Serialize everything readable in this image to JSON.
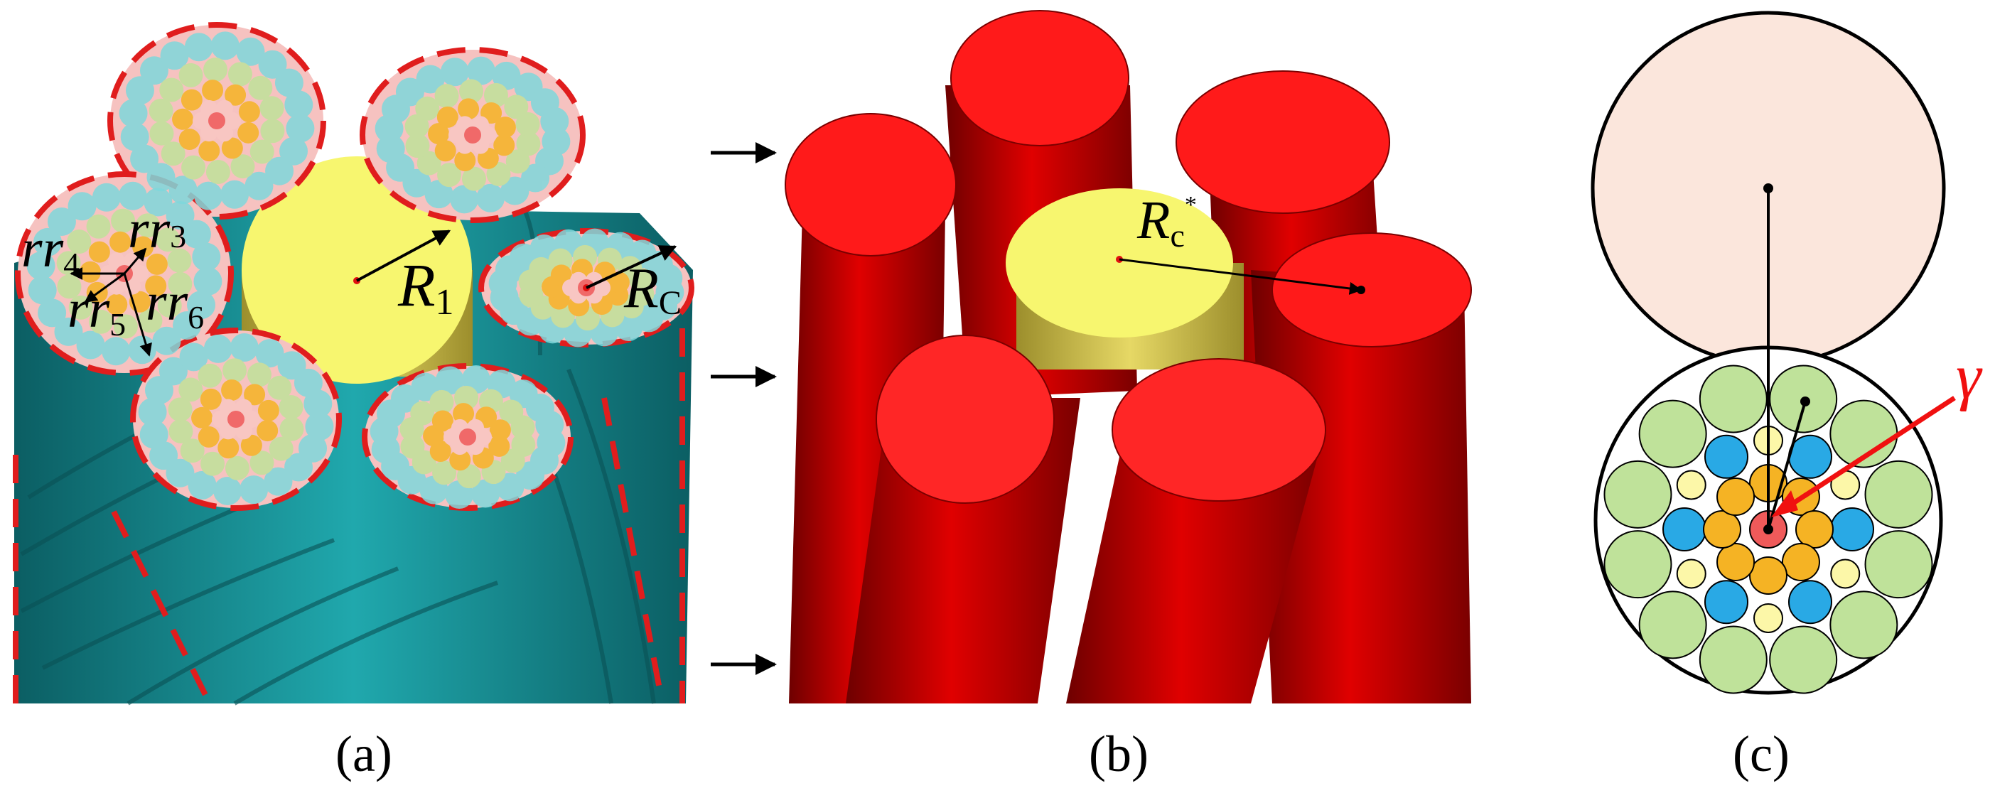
{
  "figure": {
    "panel_captions": {
      "a": "(a)",
      "b": "(b)",
      "c": "(c)"
    },
    "labels_a": {
      "rr": "rr",
      "sub3": "3",
      "sub4": "4",
      "sub5": "5",
      "sub6": "6",
      "R": "R",
      "sub1": "1",
      "subC": "C"
    },
    "labels_b": {
      "R": "R",
      "subc": "c",
      "star": "*"
    },
    "labels_c": {
      "gamma": "γ"
    }
  },
  "colors": {
    "teal": "#1a9aa0",
    "teal_dark": "#0e6d72",
    "red_dash": "#e01d1d",
    "yellow": "#f5f56e",
    "yellow_side": "#c8b84a",
    "strand_red": "#ff1616",
    "strand_red_dark": "#b00000",
    "pink_fill": "#f9c7c3",
    "cyan_wire": "#7fd8dc",
    "green_wire": "#bfe29a",
    "orange_wire": "#f5b324",
    "blue_wire": "#29a9e5",
    "pale_yellow_wire": "#fcf7a8",
    "peach_circle": "#fbe6dc",
    "center_red": "#ef5a5a"
  },
  "icons": [
    "right-arrow-icon"
  ]
}
